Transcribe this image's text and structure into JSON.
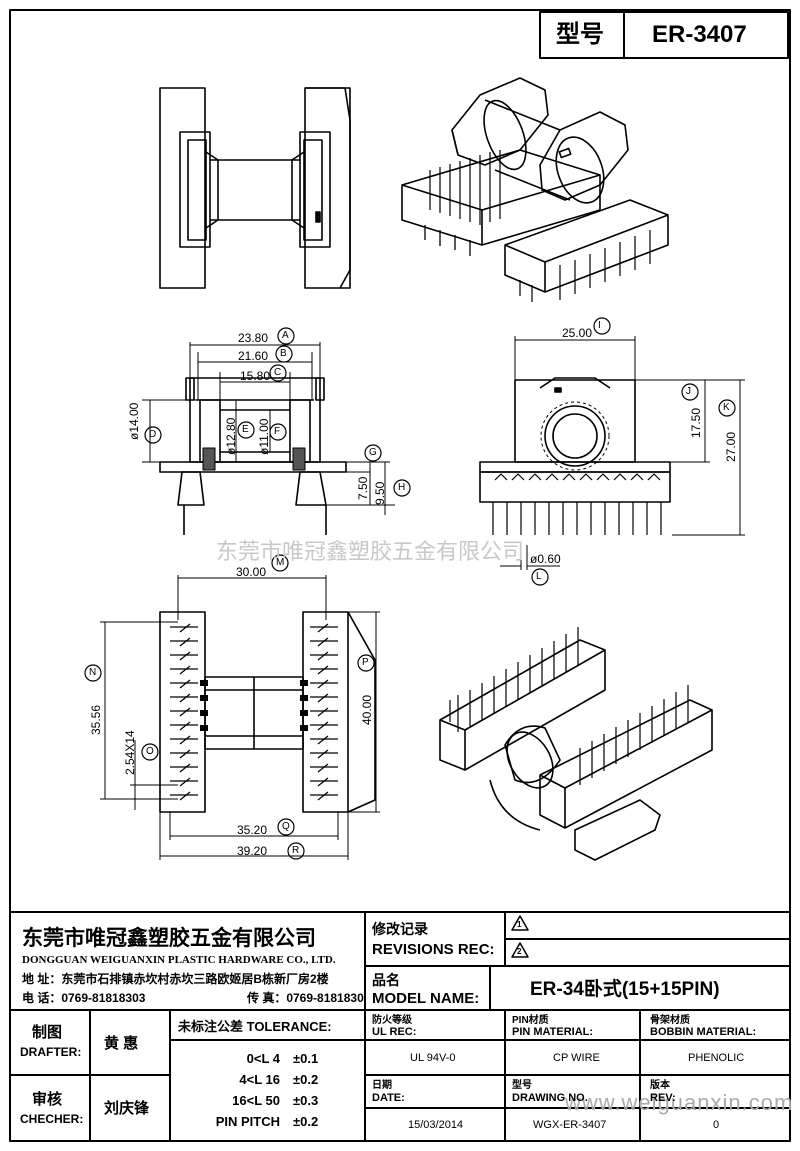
{
  "header": {
    "model_label": "型号",
    "model_value": "ER-3407"
  },
  "dims": {
    "A": "23.80",
    "B": "21.60",
    "C": "15.80",
    "D": "ø14.00",
    "E": "ø12.80",
    "F": "ø11.00",
    "G": "7.50",
    "H": "9.50",
    "I": "25.00",
    "J": "17.50",
    "K": "27.00",
    "L": "ø0.60",
    "M": "30.00",
    "N": "35.56",
    "O": "2.54X14",
    "P": "40.00",
    "Q": "35.20",
    "R": "39.20"
  },
  "letters": [
    "A",
    "B",
    "C",
    "D",
    "E",
    "F",
    "G",
    "H",
    "I",
    "J",
    "K",
    "L",
    "M",
    "N",
    "O",
    "P",
    "Q",
    "R"
  ],
  "watermark_center": "东莞市唯冠鑫塑胶五金有限公司",
  "watermark_corner": "www.weiguanxin.com",
  "company": {
    "name_cn": "东莞市唯冠鑫塑胶五金有限公司",
    "name_en": "DONGGUAN WEIGUANXIN PLASTIC HARDWARE CO., LTD.",
    "address": "地  址：东莞市石排镇赤坎村赤坎三路欧姬居B栋新厂房2楼",
    "phone": "电  话：0769-81818303",
    "fax": "传  真：0769-8181830"
  },
  "revisions": {
    "label_cn": "修改记录",
    "label_en": "REVISIONS REC:",
    "rev1": "1",
    "rev2": "2"
  },
  "model_name": {
    "label_cn": "品名",
    "label_en": "MODEL NAME:",
    "value": "ER-34卧式(15+15PIN)"
  },
  "drafter": {
    "label_cn": "制图",
    "label_en": "DRAFTER:",
    "name": "黄  惠"
  },
  "checker": {
    "label_cn": "审核",
    "label_en": "CHECHER:",
    "name": "刘庆锋"
  },
  "tolerance": {
    "title": "未标注公差 TOLERANCE:",
    "rows": [
      {
        "range": "0<L  4",
        "value": "±0.1"
      },
      {
        "range": "4<L  16",
        "value": "±0.2"
      },
      {
        "range": "16<L  50",
        "value": "±0.3"
      },
      {
        "range": "PIN PITCH",
        "value": "±0.2"
      }
    ]
  },
  "specs": {
    "ul_label_cn": "防火等级",
    "ul_label_en": "UL REC:",
    "ul_value": "UL 94V-0",
    "pin_label_cn": "PIN材质",
    "pin_label_en": "PIN MATERIAL:",
    "pin_value": "CP WIRE",
    "bobbin_label_cn": "骨架材质",
    "bobbin_label_en": "BOBBIN MATERIAL:",
    "bobbin_value": "PHENOLIC",
    "date_label_cn": "日期",
    "date_label_en": "DATE:",
    "date_value": "15/03/2014",
    "dwg_label_cn": "型号",
    "dwg_label_en": "DRAWING NO.",
    "dwg_value": "WGX-ER-3407",
    "rev_label_cn": "版本",
    "rev_label_en": "REV:",
    "rev_value": "0"
  }
}
